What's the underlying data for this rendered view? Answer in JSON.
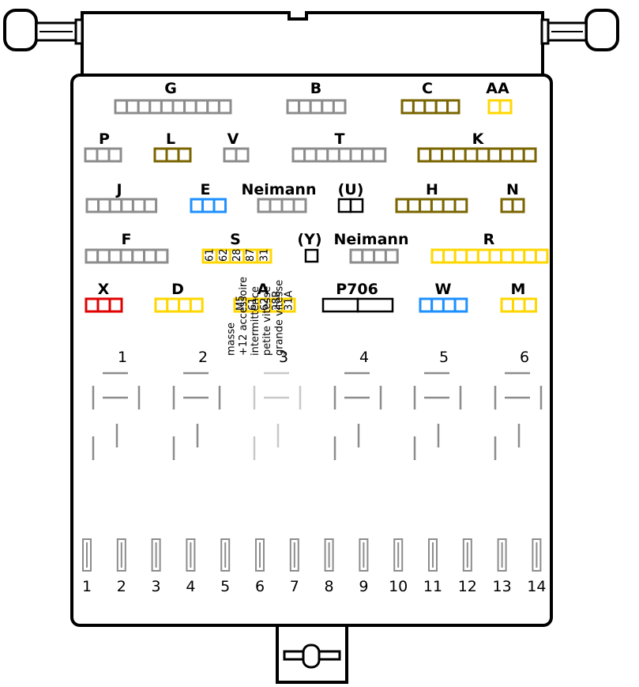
{
  "colors": {
    "gray": "#8c8c8c",
    "olive": "#7a6500",
    "yellow": "#ffd700",
    "blue": "#1e90ff",
    "red": "#e00000",
    "black": "#000000",
    "light": "#c8c8c8"
  },
  "connectors": [
    {
      "id": "G",
      "label": "G",
      "cells": 10,
      "color": "gray"
    },
    {
      "id": "B",
      "label": "B",
      "cells": 5,
      "color": "gray"
    },
    {
      "id": "C",
      "label": "C",
      "cells": 5,
      "color": "olive"
    },
    {
      "id": "AA",
      "label": "AA",
      "cells": 2,
      "color": "yellow"
    },
    {
      "id": "P",
      "label": "P",
      "cells": 3,
      "color": "gray"
    },
    {
      "id": "L",
      "label": "L",
      "cells": 3,
      "color": "olive"
    },
    {
      "id": "V",
      "label": "V",
      "cells": 2,
      "color": "gray"
    },
    {
      "id": "T",
      "label": "T",
      "cells": 8,
      "color": "gray"
    },
    {
      "id": "K",
      "label": "K",
      "cells": 10,
      "color": "olive"
    },
    {
      "id": "J",
      "label": "J",
      "cells": 6,
      "color": "gray"
    },
    {
      "id": "E",
      "label": "E",
      "cells": 3,
      "color": "blue"
    },
    {
      "id": "Neimann1",
      "label": "Neimann",
      "cells": 4,
      "color": "gray"
    },
    {
      "id": "U",
      "label": "(U)",
      "cells": 2,
      "color": "black"
    },
    {
      "id": "H",
      "label": "H",
      "cells": 6,
      "color": "olive"
    },
    {
      "id": "N",
      "label": "N",
      "cells": 2,
      "color": "olive"
    },
    {
      "id": "F",
      "label": "F",
      "cells": 7,
      "color": "gray"
    },
    {
      "id": "S",
      "label": "S",
      "cells": 5,
      "color": "yellow",
      "pins": [
        "61",
        "62",
        "28",
        "87",
        "31"
      ]
    },
    {
      "id": "Y",
      "label": "(Y)",
      "cells": 1,
      "color": "black"
    },
    {
      "id": "Neimann2",
      "label": "Neimann",
      "cells": 4,
      "color": "gray"
    },
    {
      "id": "R",
      "label": "R",
      "cells": 10,
      "color": "yellow"
    },
    {
      "id": "X",
      "label": "X",
      "cells": 3,
      "color": "red"
    },
    {
      "id": "D",
      "label": "D",
      "cells": 4,
      "color": "yellow"
    },
    {
      "id": "A",
      "label": "A",
      "cells": 5,
      "color": "yellow",
      "pins": [
        "M5",
        "61",
        "62",
        "28B",
        "31A"
      ],
      "descriptions": [
        "masse",
        "+12 accessoire",
        "intermittence",
        "petite vitesse",
        "grande vitesse"
      ]
    },
    {
      "id": "P706",
      "label": "P706",
      "cells": 2,
      "color": "black"
    },
    {
      "id": "W",
      "label": "W",
      "cells": 4,
      "color": "blue"
    },
    {
      "id": "M",
      "label": "M",
      "cells": 3,
      "color": "yellow"
    }
  ],
  "relays": [
    "1",
    "2",
    "3",
    "4",
    "5",
    "6"
  ],
  "fuses": [
    "1",
    "2",
    "3",
    "4",
    "5",
    "6",
    "7",
    "8",
    "9",
    "10",
    "11",
    "12",
    "13",
    "14"
  ]
}
